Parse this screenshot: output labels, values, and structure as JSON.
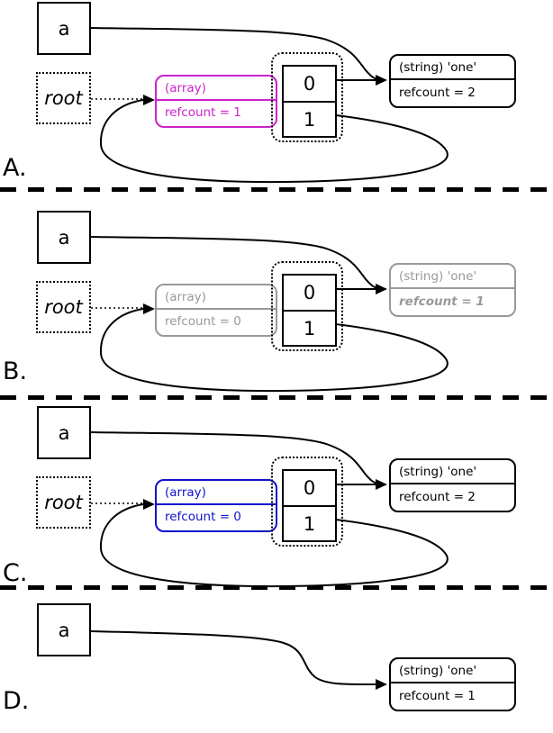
{
  "colors": {
    "magenta": "#cc22cc",
    "blue": "#1111cc",
    "gray": "#999999",
    "black": "#000000"
  },
  "panels": [
    {
      "letter": "A.",
      "variable": "a",
      "root": "root",
      "array": {
        "type": "(array)",
        "refcount": "refcount = 1"
      },
      "cells": {
        "c0": "0",
        "c1": "1"
      },
      "string": {
        "type": "(string) 'one'",
        "refcount": "refcount = 2"
      }
    },
    {
      "letter": "B.",
      "variable": "a",
      "root": "root",
      "array": {
        "type": "(array)",
        "refcount": "refcount = 0"
      },
      "cells": {
        "c0": "0",
        "c1": "1"
      },
      "string": {
        "type": "(string) 'one'",
        "refcount": "refcount = 1"
      }
    },
    {
      "letter": "C.",
      "variable": "a",
      "root": "root",
      "array": {
        "type": "(array)",
        "refcount": "refcount = 0"
      },
      "cells": {
        "c0": "0",
        "c1": "1"
      },
      "string": {
        "type": "(string) 'one'",
        "refcount": "refcount = 2"
      }
    },
    {
      "letter": "D.",
      "variable": "a",
      "string": {
        "type": "(string) 'one'",
        "refcount": "refcount = 1"
      }
    }
  ]
}
